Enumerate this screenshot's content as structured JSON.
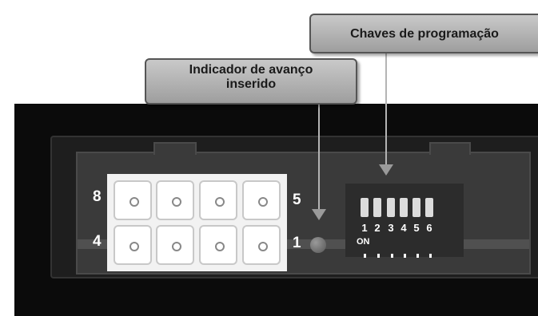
{
  "callouts": {
    "switches": "Chaves de programação",
    "indicator_line1": "Indicador de avanço",
    "indicator_line2": "inserido"
  },
  "connector_labels": {
    "top_left": "8",
    "top_right": "5",
    "bottom_left": "4",
    "bottom_right": "1"
  },
  "dip_switch": {
    "numbers": [
      "1",
      "2",
      "3",
      "4",
      "5",
      "6"
    ],
    "on_label": "ON"
  }
}
